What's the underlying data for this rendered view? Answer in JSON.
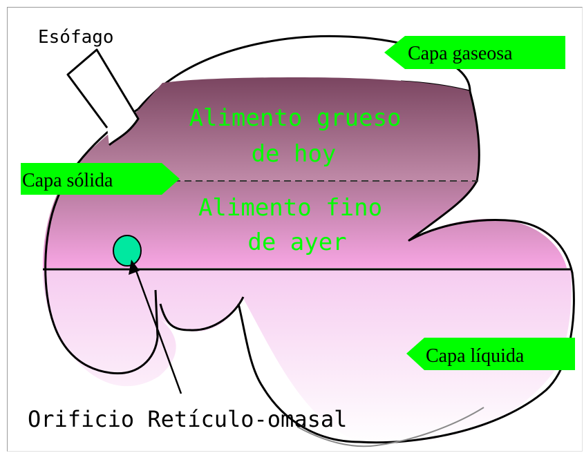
{
  "labels": {
    "esofago": "Esófago",
    "capa_gaseosa": "Capa gaseosa",
    "capa_solida": "Capa sólida",
    "capa_liquida": "Capa líquida",
    "orificio": "Orificio Retículo-omasal",
    "alimento_grueso_1": "Alimento grueso",
    "alimento_grueso_2": "de hoy",
    "alimento_fino_1": "Alimento fino",
    "alimento_fino_2": "de ayer"
  },
  "colors": {
    "label_bg": "#00ff00",
    "inner_text": "#00ff00",
    "orifice": "#00e8a0",
    "coarse_top": "#7a4560",
    "coarse_bottom": "#c08aa8",
    "fine_top": "#b07898",
    "fine_bottom": "#f8a6e4",
    "liquid_top": "#f6ccf0",
    "liquid_bottom": "#ffffff"
  }
}
